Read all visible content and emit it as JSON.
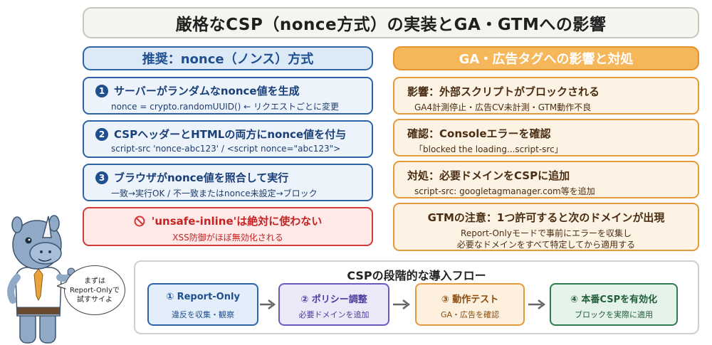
{
  "title": "厳格なCSP（nonce方式）の実装とGA・GTMへの影響",
  "left": {
    "header": "推奨：nonce（ノンス）方式",
    "steps": [
      {
        "num": "1",
        "title": "サーバーがランダムなnonce値を生成",
        "sub": "nonce = crypto.randomUUID() ← リクエストごとに変更"
      },
      {
        "num": "2",
        "title": "CSPヘッダーとHTMLの両方にnonce値を付与",
        "sub": "script-src 'nonce-abc123' / <script nonce=\"abc123\">"
      },
      {
        "num": "3",
        "title": "ブラウザがnonce値を照合して実行",
        "sub": "一致→実行OK / 不一致またはnonce未設定→ブロック"
      }
    ],
    "warning": {
      "title": "'unsafe-inline'は絶対に使わない",
      "sub": "XSS防御がほぼ無効化される"
    }
  },
  "right": {
    "header": "GA・広告タグへの影響と対処",
    "cards": [
      {
        "title": "影響：外部スクリプトがブロックされる",
        "sub": "GA4計測停止・広告CV未計測・GTM動作不良"
      },
      {
        "title": "確認：Consoleエラーを確認",
        "sub": "「blocked the loading...script-src」"
      },
      {
        "title": "対処：必要ドメインをCSPに追加",
        "sub": "script-src: googletagmanager.com等を追加"
      },
      {
        "title": "GTMの注意：1つ許可すると次のドメインが出現",
        "sub": "Report-Onlyモードで事前にエラーを収集し",
        "sub2": "必要なドメインをすべて特定してから適用する"
      }
    ]
  },
  "flow": {
    "title": "CSPの段階的な導入フロー",
    "steps": [
      {
        "label": "① Report-Only",
        "sub": "違反を収集・観察"
      },
      {
        "label": "② ポリシー調整",
        "sub": "必要ドメインを追加"
      },
      {
        "label": "③ 動作テスト",
        "sub": "GA・広告を確認"
      },
      {
        "label": "④ 本番CSPを有効化",
        "sub": "ブロックを実際に適用"
      }
    ]
  },
  "bubble": {
    "line1": "まずは",
    "line2": "Report-Onlyで",
    "line3": "試すサイよ"
  },
  "colors": {
    "blue": "#2f63a8",
    "red": "#d23a3a",
    "orange": "#e39a3c",
    "purple": "#6a5bc1",
    "green": "#2e7d4f",
    "mascot": "#8fa9c7"
  }
}
